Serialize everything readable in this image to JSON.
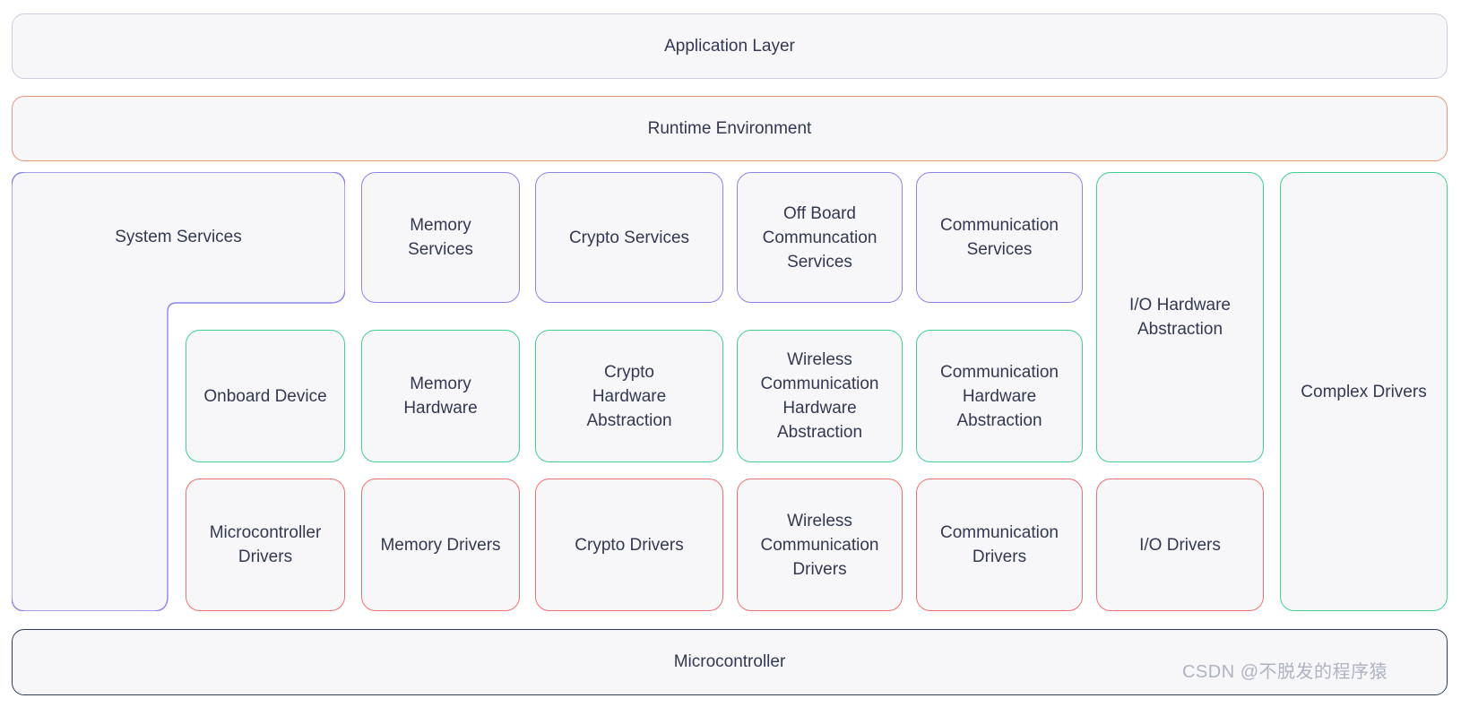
{
  "layers": {
    "application": {
      "label": "Application Layer",
      "border_color": "#ccccdf"
    },
    "runtime": {
      "label": "Runtime Environment",
      "border_color": "#ed9377"
    },
    "microcontroller": {
      "label": "Microcontroller",
      "border_color": "#2d3d52"
    }
  },
  "blocks": {
    "system_services": {
      "label": "System Services",
      "group": "services"
    },
    "memory_services": {
      "label": "Memory Services",
      "group": "services"
    },
    "crypto_services": {
      "label": "Crypto Services",
      "group": "services"
    },
    "off_board_communcation_services": {
      "label": "Off Board Communcation Services",
      "group": "services"
    },
    "communication_services": {
      "label": "Communication Services",
      "group": "services"
    },
    "io_hardware_abstraction": {
      "label": "I/O Hardware Abstraction",
      "group": "hardware_abstraction"
    },
    "complex_drivers": {
      "label": "Complex Drivers",
      "group": "hardware_abstraction"
    },
    "onboard_device": {
      "label": "Onboard Device",
      "group": "hardware_abstraction"
    },
    "memory_hardware": {
      "label": "Memory Hardware",
      "group": "hardware_abstraction"
    },
    "crypto_hardware_abstraction": {
      "label": "Crypto Hardware Abstraction",
      "group": "hardware_abstraction"
    },
    "wireless_communication_hardware_abstraction": {
      "label": "Wireless Communication Hardware Abstraction",
      "group": "hardware_abstraction"
    },
    "communication_hardware_abstraction": {
      "label": "Communication Hardware Abstraction",
      "group": "hardware_abstraction"
    },
    "microcontroller_drivers": {
      "label": "Microcontroller Drivers",
      "group": "drivers"
    },
    "memory_drivers": {
      "label": "Memory Drivers",
      "group": "drivers"
    },
    "crypto_drivers": {
      "label": "Crypto Drivers",
      "group": "drivers"
    },
    "wireless_communication_drivers": {
      "label": "Wireless Communication Drivers",
      "group": "drivers"
    },
    "communication_drivers": {
      "label": "Communication Drivers",
      "group": "drivers"
    },
    "io_drivers": {
      "label": "I/O Drivers",
      "group": "drivers"
    }
  },
  "watermark": {
    "text": "CSDN @不脱发的程序猿",
    "color": "#a2a8b8"
  },
  "colors": {
    "services_purple": "#8c84ec",
    "hardware_abstraction_green": "#41cf92",
    "drivers_red": "#f07170",
    "runtime_orange": "#ed9377",
    "application_gray_border": "#ccccdf",
    "microcontroller_dark": "#2d3d52",
    "block_background": "#f7f7fa",
    "text": "#333852",
    "canvas_background": "#ffffff"
  }
}
